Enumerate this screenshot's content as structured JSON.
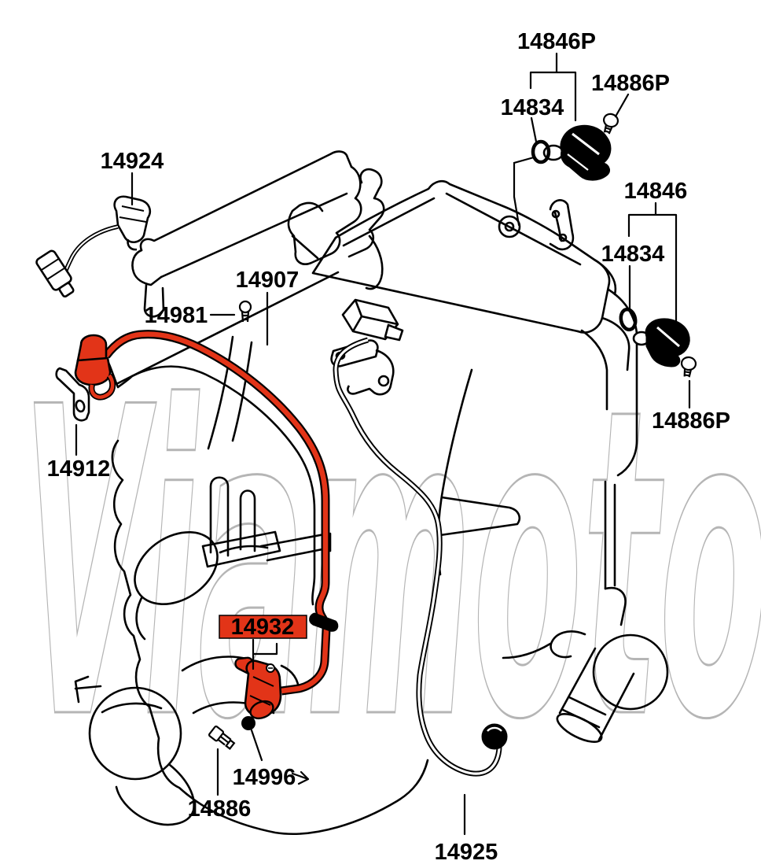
{
  "diagram": {
    "watermark": "Viamoto",
    "background_color": "#ffffff",
    "line_color": "#000000",
    "highlight_color": "#e23418",
    "highlighted_label": "14932",
    "part_labels": {
      "cam_sensor_kit_top": "14846P",
      "bolt_top_right": "14886P",
      "oring_top": "14834",
      "knock_sensor": "14924",
      "cam_sensor_kit_right": "14846",
      "oring_right": "14834",
      "coil_bracket": "14907",
      "small_bolt": "14981",
      "bolt_right_lower": "14886P",
      "harness_bracket": "14912",
      "crank_sensor_highlighted": "14932",
      "crank_oring": "14996",
      "crank_bolt": "14886",
      "oil_pressure_wire": "14925"
    }
  }
}
